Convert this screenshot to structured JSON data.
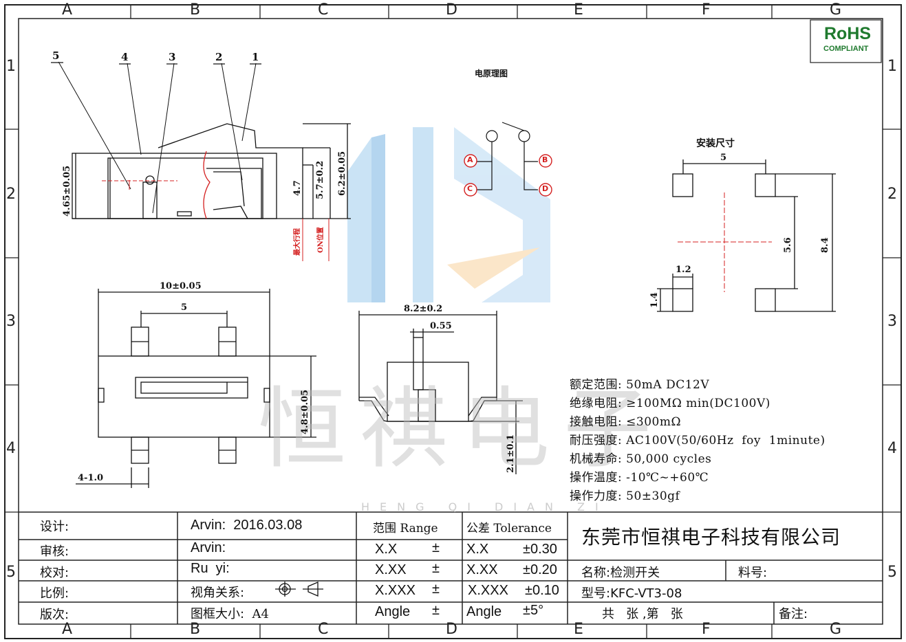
{
  "grid": {
    "columns": [
      "A",
      "B",
      "C",
      "D",
      "E",
      "F",
      "G"
    ],
    "rows": [
      "1",
      "2",
      "3",
      "4",
      "5"
    ]
  },
  "rohs": {
    "title": "RoHS",
    "subtitle": "COMPLIANT",
    "color": "#1f7a2e"
  },
  "watermark": {
    "chars": "恒祺电子",
    "subtitle": "HENG QI DIAN ZI"
  },
  "side_view": {
    "callouts": [
      "5",
      "4",
      "3",
      "2",
      "1"
    ],
    "dims": {
      "height_body": "4.65±0.05",
      "h1": "4.7",
      "h2": "5.7±0.2",
      "h3": "6.2±0.05"
    },
    "red_labels": [
      "最大行程",
      "ON位置"
    ]
  },
  "circuit": {
    "title": "电原理图",
    "terminals": [
      "A",
      "B",
      "C",
      "D"
    ],
    "accent": "#d42020"
  },
  "top_view": {
    "dims": {
      "width": "10±0.05",
      "pitch": "5",
      "height": "4.8±0.05",
      "pad": "4-1.0"
    }
  },
  "front_view": {
    "dims": {
      "width": "8.2±0.2",
      "lever": "0.55",
      "height": "2.1±0.1"
    }
  },
  "footprint": {
    "title": "安装尺寸",
    "dims": {
      "pitch": "5",
      "pad_w": "1.2",
      "pad_h": "1.4",
      "inner": "5.6",
      "outer": "8.4"
    }
  },
  "specs": [
    {
      "label": "额定范围:",
      "value": "50mA DC12V"
    },
    {
      "label": "绝缘电阻:",
      "value": "≥100MΩ min(DC100V)"
    },
    {
      "label": "接触电阻:",
      "value": "≤300mΩ"
    },
    {
      "label": "耐压强度:",
      "value": "AC100V(50/60Hz  foy  1minute)"
    },
    {
      "label": "机械寿命:",
      "value": "50,000 cycles"
    },
    {
      "label": "操作温度:",
      "value": "-10℃~+60℃"
    },
    {
      "label": "操作力度:",
      "value": "50±30gf"
    }
  ],
  "title_block": {
    "design_label": "设计:",
    "design_value": "Arvin:  2016.03.08",
    "review_label": "审核:",
    "review_value": "Arvin:",
    "check_label": "校对:",
    "check_value": "Ru  yi:",
    "scale_label": "比例:",
    "view_label": "视角关系:",
    "version_label": "版次:",
    "frame_label": "图框大小:",
    "frame_value": "A4",
    "range_header": "范围 Range",
    "tol_header": "公差 Tolerance",
    "range_rows": [
      {
        "range": "X.X",
        "pm": "±",
        "tol_key": "X.X",
        "tol": "±0.30"
      },
      {
        "range": "X.XX",
        "pm": "±",
        "tol_key": "X.XX",
        "tol": "±0.20"
      },
      {
        "range": "X.XXX",
        "pm": "±",
        "tol_key": "X.XXX",
        "tol": "±0.10"
      },
      {
        "range": "Angle",
        "pm": "±",
        "tol_key": "Angle",
        "tol": "±5°"
      }
    ],
    "company": "东莞市恒祺电子科技有限公司",
    "name_label": "名称:检测开关",
    "part_label": "料号:",
    "model_label": "型号:KFC-VT3-08",
    "sheets": "共   张 ,第   张",
    "remark_label": "备注:"
  }
}
